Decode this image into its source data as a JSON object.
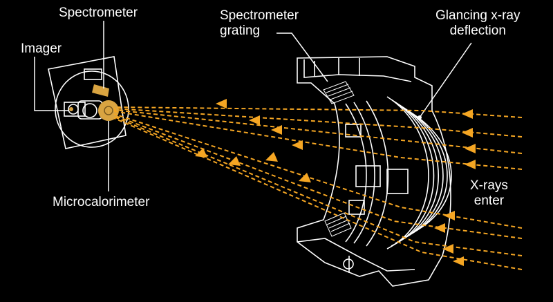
{
  "labels": {
    "spectrometer": "Spectrometer",
    "imager": "Imager",
    "microcalorimeter": "Microcalorimeter",
    "grating_line1": "Spectrometer",
    "grating_line2": "grating",
    "glancing_line1": "Glancing x-ray",
    "glancing_line2": "deflection",
    "xrays_line1": "X-rays",
    "xrays_line2": "enter"
  },
  "colors": {
    "background": "#000000",
    "line": "#ffffff",
    "ray": "#f5a623",
    "detector_gold": "#d9a441"
  }
}
